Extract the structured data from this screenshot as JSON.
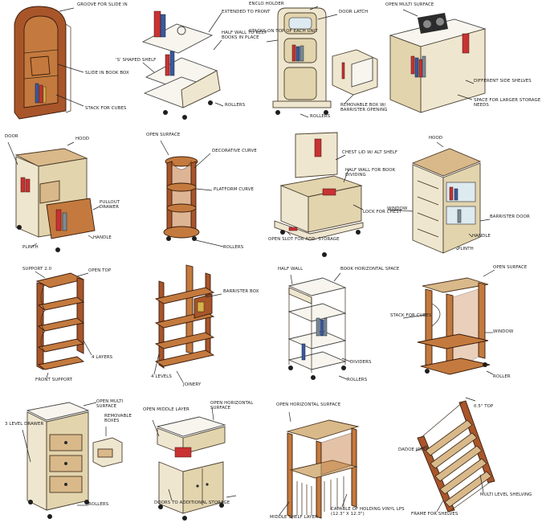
{
  "sketches": [
    {
      "labels": [
        "GROOVE FOR SLIDE IN",
        "SLIDE IN BOOK BOX",
        "STACK FOR CUBES"
      ]
    },
    {
      "labels": [
        "EXTENDED TO FRONT",
        "HALF WALL TO KEEP BOOKS IN PLACE",
        "'S' SHAPED SHELF",
        "ROLLERS"
      ]
    },
    {
      "labels": [
        "ENCLO HOLDER",
        "DOOR LATCH",
        "STACKS ON TOP OF EACH UNIT",
        "REMOVABLE BOX W/ BARRISTER OPENING",
        "ROLLERS"
      ]
    },
    {
      "labels": [
        "OPEN MULTI SURFACE",
        "DIFFERENT SIDE SHELVES",
        "SPACE FOR LARGER STORAGE NEEDS"
      ]
    },
    {
      "labels": [
        "DOOR",
        "HOOD",
        "PULLOUT DRAWER",
        "HANDLE",
        "PLINTH"
      ]
    },
    {
      "labels": [
        "OPEN SURFACE",
        "DECORATIVE CURVE",
        "PLATFORM CURVE",
        "ROLLERS"
      ]
    },
    {
      "labels": [
        "CHEST LID W/ ALT SHELF",
        "HALF WALL FOR BOOK DIVIDING",
        "LOCK FOR CHEST",
        "OPEN SLOT FOR ADD. STORAGE"
      ]
    },
    {
      "labels": [
        "HOOD",
        "WINDOW",
        "BARRISTER DOOR",
        "HANDLE",
        "PLINTH"
      ]
    },
    {
      "labels": [
        "SUPPORT 2.0",
        "OPEN TOP",
        "4 LAYERS",
        "FRONT SUPPORT"
      ]
    },
    {
      "labels": [
        "BARRISTER BOX",
        "4 LEVELS",
        "JOINERY"
      ]
    },
    {
      "labels": [
        "HALF WALL",
        "BOOK HORIZONTAL SPACE",
        "DIVIDERS",
        "ROLLERS"
      ]
    },
    {
      "labels": [
        "OPEN SURFACE",
        "STACK FOR CUBES",
        "WINDOW",
        "ROLLER"
      ]
    },
    {
      "labels": [
        "3 LEVEL DRAWER",
        "OPEN MULTI SURFACE",
        "REMOVABLE BOXES",
        "ROLLERS"
      ]
    },
    {
      "labels": [
        "OPEN MIDDLE LAYER",
        "OPEN HORIZONTAL SURFACE",
        "DOORS TO ADDITIONAL STORAGE"
      ]
    },
    {
      "labels": [
        "OPEN HORIZONTAL SURFACE",
        "CAPABLE OF HOLDING VINYL LPs (12.3\" x 12.3\")",
        "MIDDLE SHELF LAYER"
      ]
    },
    {
      "labels": [
        "0.5\" TOP",
        "DADOE JOINT",
        "MULTI LEVEL SHELVING",
        "FRAME FOR SHELVES"
      ]
    }
  ]
}
